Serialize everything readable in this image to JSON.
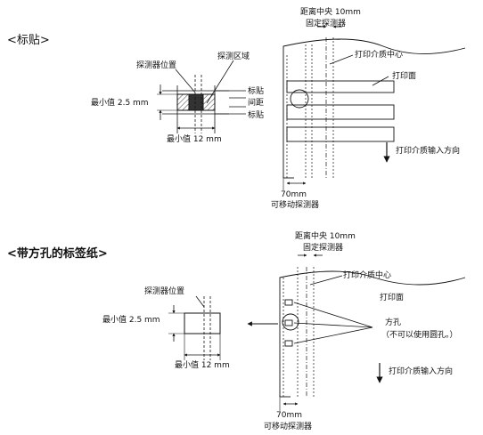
{
  "section1": {
    "heading": "<标贴>",
    "detector_position": "探测器位置",
    "detection_area": "探测区域",
    "label_top": "标贴",
    "gap": "间距",
    "label_bottom": "标贴",
    "min_25": "最小值 2.5 mm",
    "min_12": "最小值 12 mm",
    "center_10mm": "距离中央 10mm",
    "fixed_detector": "固定探测器",
    "media_center": "打印介质中心",
    "print_surface": "打印面",
    "feed_direction": "打印介质输入方向",
    "dist_70mm": "70mm",
    "movable_detector": "可移动探测器"
  },
  "section2": {
    "heading": "<带方孔的标签纸>",
    "center_10mm": "距离中央 10mm",
    "fixed_detector": "固定探测器",
    "media_center": "打印介质中心",
    "print_surface": "打印面",
    "detector_position": "探测器位置",
    "min_25": "最小值 2.5 mm",
    "square_hole": "方孔",
    "hole_note": "（不可以使用圆孔。）",
    "min_12": "最小值 12 mm",
    "feed_direction": "打印介质输入方向",
    "dist_70mm": "70mm",
    "movable_detector": "可移动探测器"
  }
}
